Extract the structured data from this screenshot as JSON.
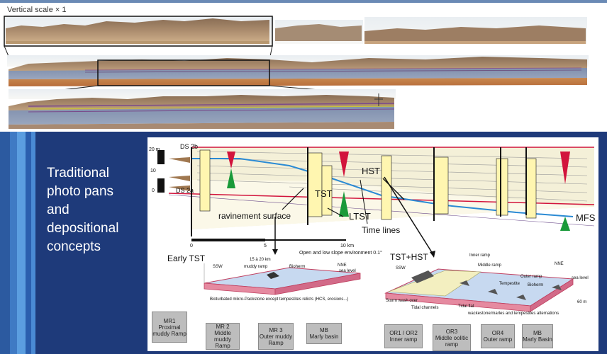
{
  "top_panel": {
    "vertical_scale": "Vertical scale × 1"
  },
  "side_text": {
    "lines": [
      "Traditional",
      "photo pans",
      "and",
      "depositional",
      "concepts"
    ]
  },
  "figure": {
    "labels": {
      "ds2b": "DS 2b",
      "ds2a": "DS 2a",
      "scale_20m": "20 m",
      "scale_10": "10",
      "scale_0": "0",
      "ravinement": "ravinement surface",
      "tst": "TST",
      "ltst": "LTST",
      "hst": "HST",
      "time_lines": "Time lines",
      "mfs": "MFS",
      "km_0": "0",
      "km_5": "5",
      "km_10": "10 km",
      "environment": "Open and low slope environment 0.1°",
      "early_tst": "Early TST",
      "tst_hst": "TST+HST",
      "muddy_ramp": "muddy ramp",
      "bioherm": "Bioherm",
      "ssw": "SSW",
      "nne": "NNE",
      "sea_level": "sea level",
      "bioturbated": "Bioturbated mikro-Packstone except tempestites relicts (HCS, erosions...)",
      "inner_ramp": "Inner ramp",
      "middle_ramp": "Middle ramp",
      "outer_ramp": "Outer ramp",
      "tempestite": "Tempestite",
      "tidal_channels": "Tidal channels",
      "tidal_flat": "Tidal flat",
      "storm_wash": "Storm wash over",
      "wackestone": "wackestone/marles and tempestites alternations",
      "depth_60": "60 m",
      "distance": "15 à 20 km"
    },
    "facies_boxes": [
      {
        "code": "MR1",
        "name": "Proximal muddy Ramp"
      },
      {
        "code": "MR 2",
        "name": "Middle muddy Ramp"
      },
      {
        "code": "MR 3",
        "name": "Outer muddy Ramp"
      },
      {
        "code": "MB",
        "name": "Marly basin"
      },
      {
        "code": "OR1 / OR2",
        "name": "Inner ramp"
      },
      {
        "code": "OR3",
        "name": "Middle oolitic ramp"
      },
      {
        "code": "OR4",
        "name": "Outer ramp"
      },
      {
        "code": "MB",
        "name": "Marly Basin"
      }
    ]
  },
  "colors": {
    "panel_blue": "#1e3a7a",
    "stripe_light": "#4a90d9",
    "surface_blue": "#2a8ad4",
    "hst_red": "#d2143c",
    "tst_green": "#1a9a3a"
  }
}
